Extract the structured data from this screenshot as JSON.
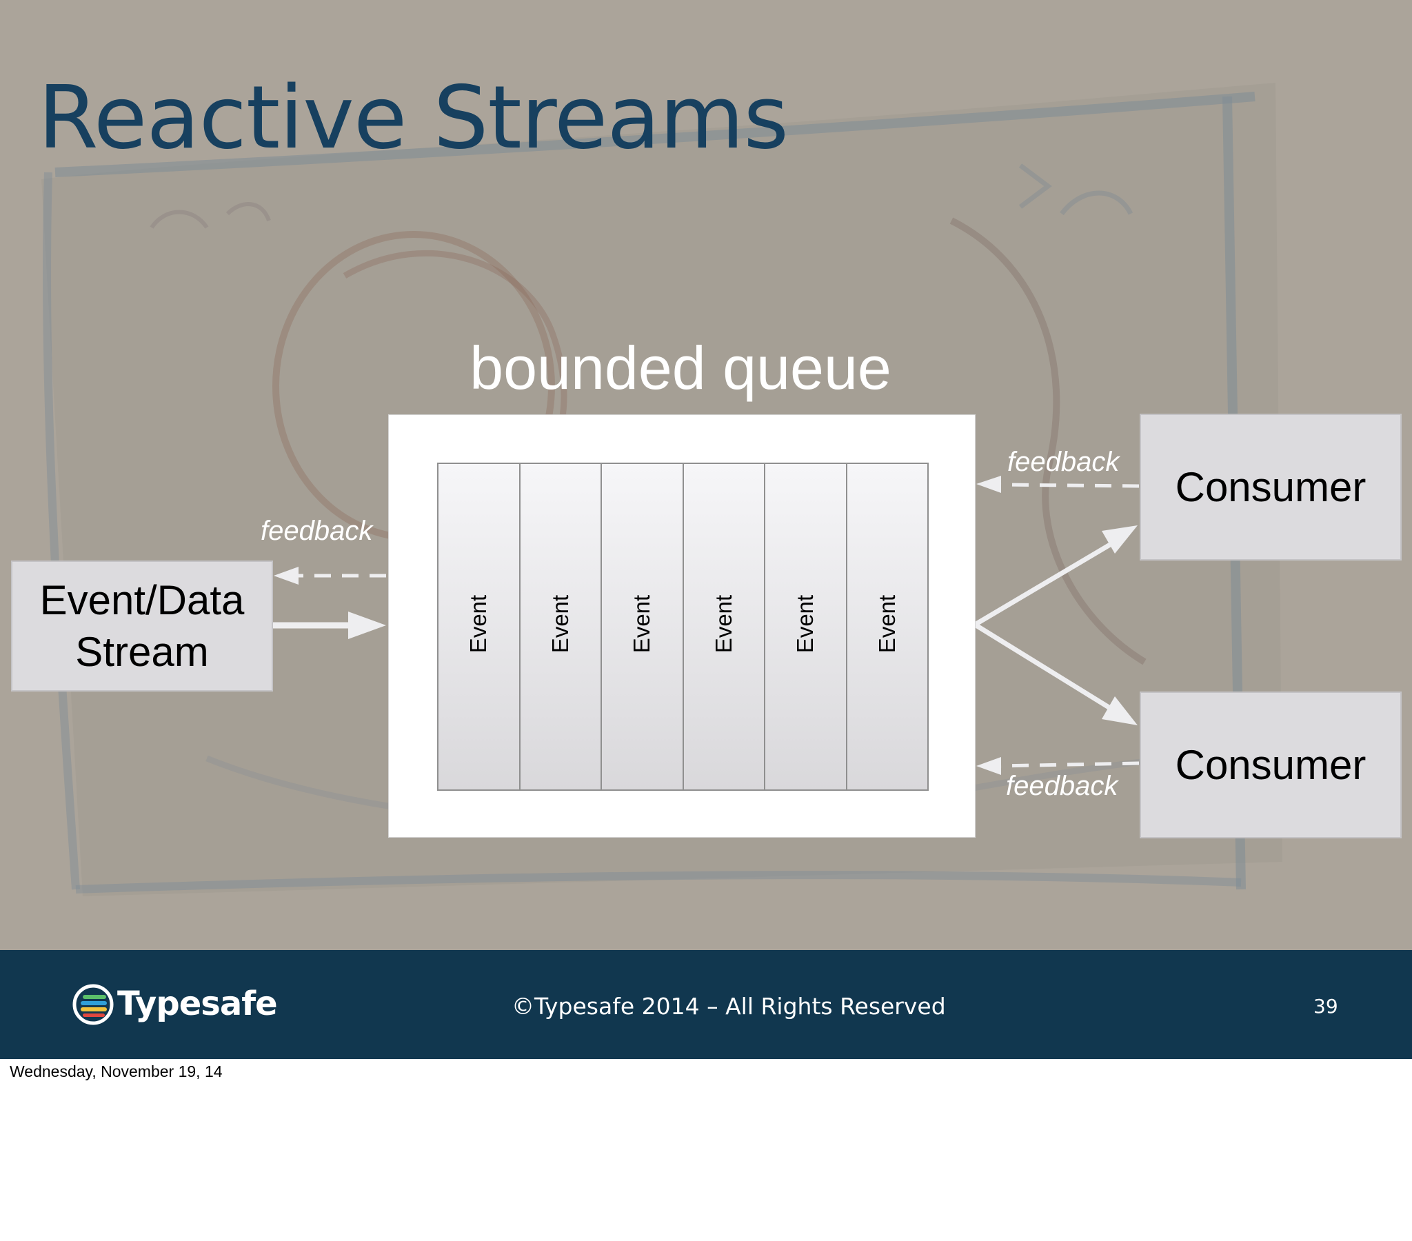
{
  "title": "Reactive Streams",
  "diagram": {
    "queue_label": "bounded queue",
    "slots": [
      "Event",
      "Event",
      "Event",
      "Event",
      "Event",
      "Event"
    ],
    "producer_lines": [
      "Event/Data",
      "Stream"
    ],
    "consumers": [
      "Consumer",
      "Consumer"
    ],
    "feedback_labels": [
      "feedback",
      "feedback",
      "feedback"
    ]
  },
  "footer": {
    "logo_text": "Typesafe",
    "copyright": "©Typesafe 2014 – All Rights Reserved",
    "slide_number": "39"
  },
  "date_caption": "Wednesday, November 19, 14",
  "colors": {
    "title": "#17405f",
    "footer_bg": "#11374f",
    "logo_bars": [
      "#5bbf6a",
      "#2f9fd8",
      "#e0483f",
      "#f0c33c"
    ]
  }
}
